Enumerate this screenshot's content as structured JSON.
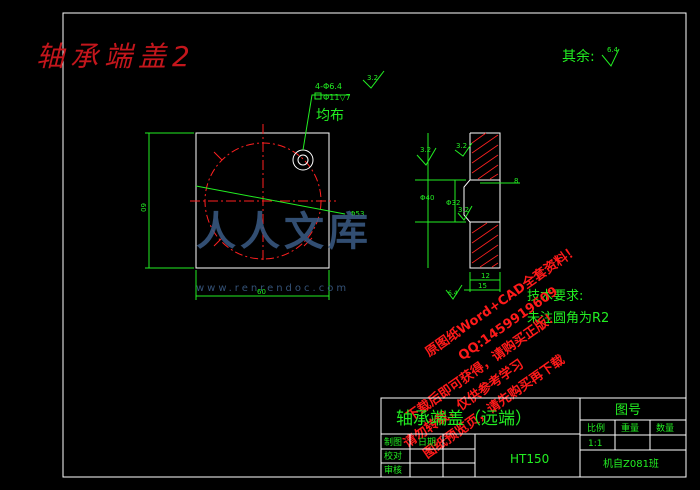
{
  "drawing": {
    "title": "轴承端盖2",
    "surface_note": "其余:",
    "surface_note_value": "6.4",
    "front_view": {
      "hole_callout": "4-Φ6.4",
      "hole_tolerance": "Φ11▽7",
      "hole_roughness": "3.2",
      "uniform_label": "均布",
      "dim_width": "60",
      "dim_height": "60",
      "dim_pcd": "Φ53"
    },
    "side_view": {
      "roughness_a": "3.2",
      "roughness_b": "3.2",
      "roughness_c": "3.2",
      "roughness_d": "6.4",
      "dim_d1": "Φ40",
      "dim_d2": "Φ32",
      "dim_step": "8",
      "dim_thick1": "12",
      "dim_thick2": "15"
    },
    "tech_requirements_title": "技术要求:",
    "tech_requirements_note": "未注圆角为R2",
    "watermark_site": "www.renrendoc.com",
    "watermark_logo": "人人文库",
    "watermark_promo_1": "原图纸Word+CAD全套资料！",
    "watermark_promo_2": "QQ:1459919609",
    "watermark_promo_3": "下载后即可获得，请购买正版！",
    "watermark_promo_4": "请勿转载，仅供参考学习",
    "watermark_promo_5": "图纸预览页，请先购买再下载"
  },
  "title_block": {
    "part_name": "轴承端盖（远端）",
    "drawing_no_label": "图号",
    "scale_label": "比例",
    "weight_label": "重量",
    "qty_label": "数量",
    "scale_value": "1:1",
    "drawn_label": "制图",
    "checked_label": "校对",
    "approved_label": "审核",
    "date_label": "日期",
    "material": "HT150",
    "school": "机自Z081班"
  }
}
